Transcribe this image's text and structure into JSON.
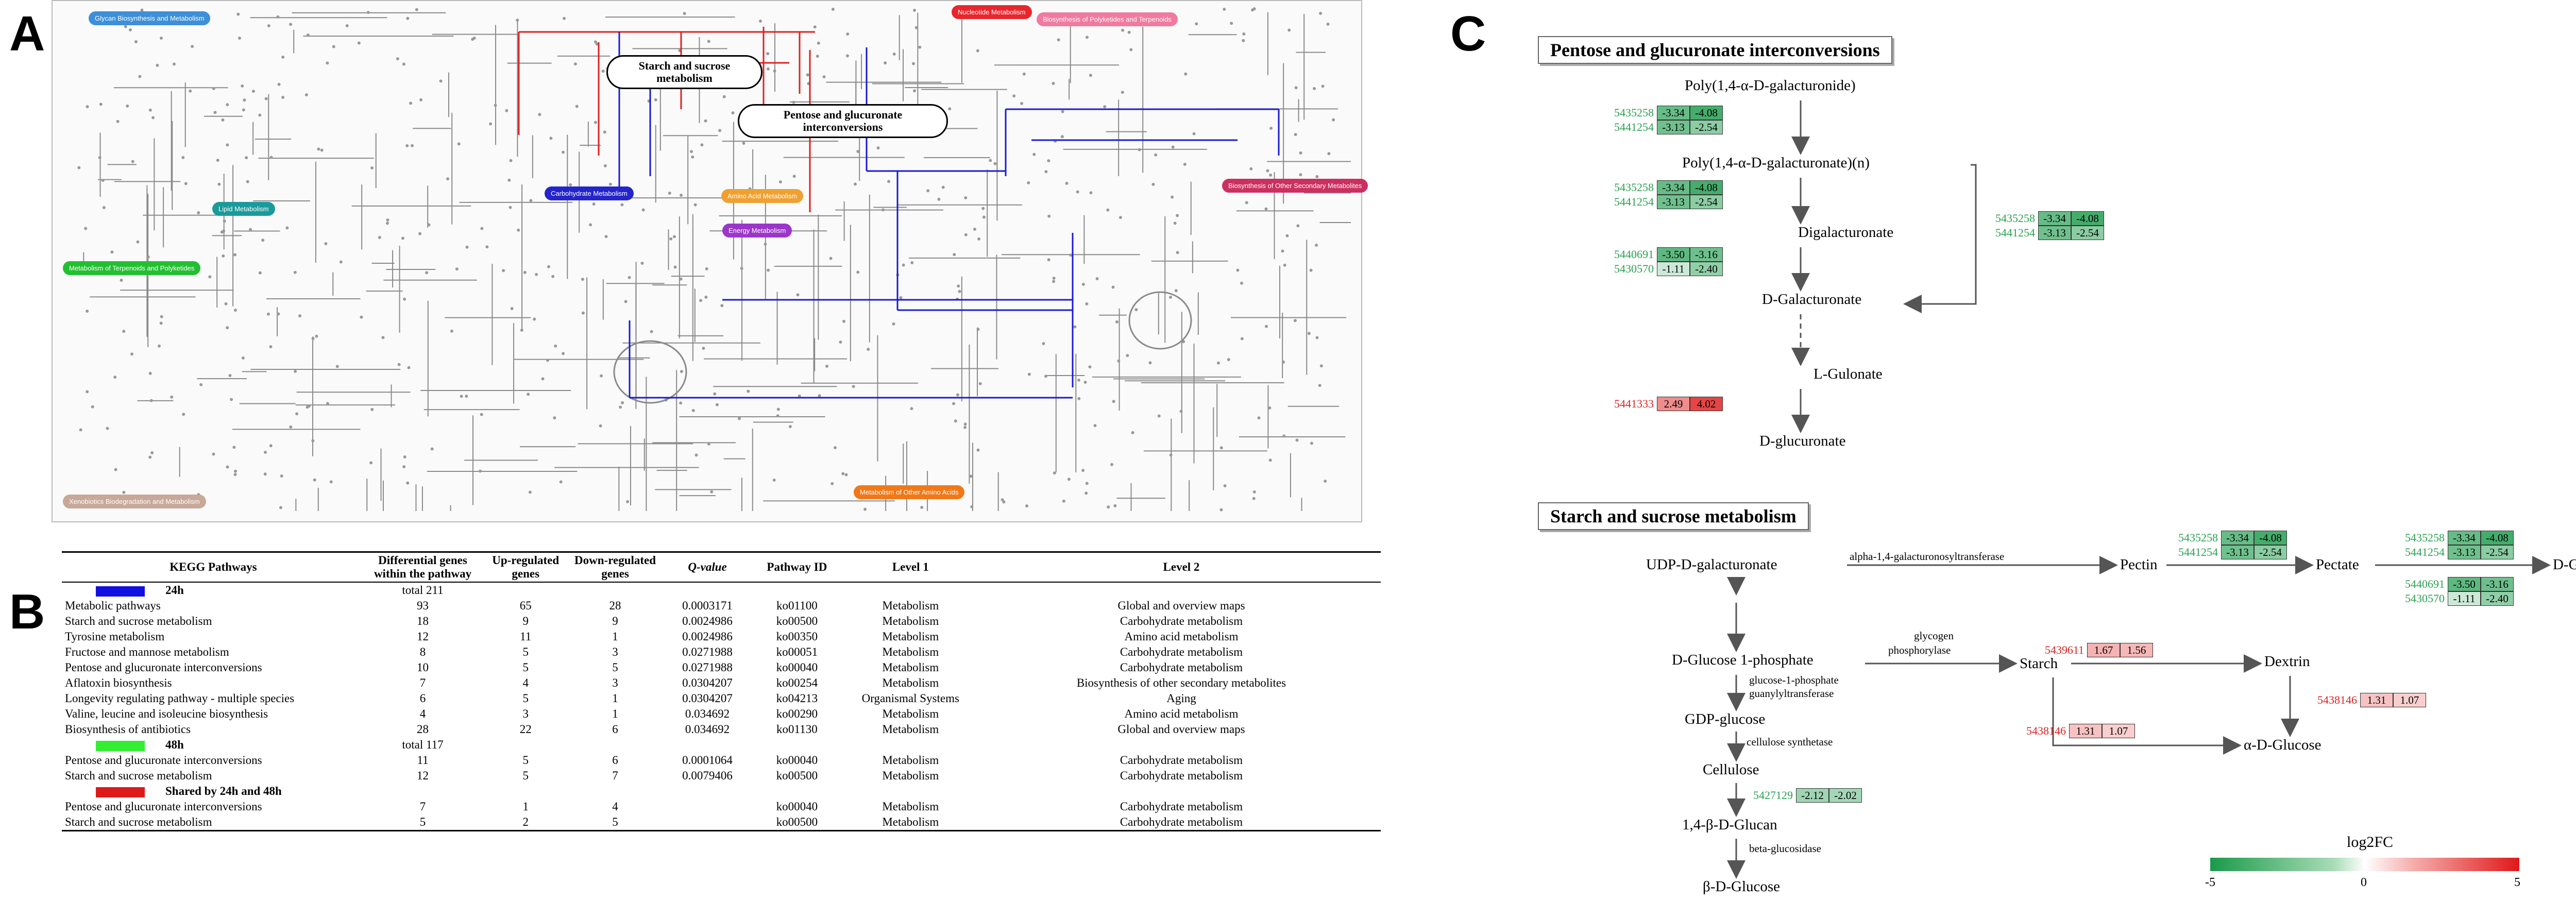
{
  "panels": {
    "a": "A",
    "b": "B",
    "c": "C"
  },
  "panel_a": {
    "labels": [
      {
        "text": "Glycan Biosynthesis and Metabolism",
        "color": "#3c8fd8"
      },
      {
        "text": "Nucleotide Metabolism",
        "color": "#e8262c"
      },
      {
        "text": "Biosynthesis of Polyketides and Terpenoids",
        "color": "#f07aa0"
      },
      {
        "text": "Carbohydrate Metabolism",
        "color": "#2424cc"
      },
      {
        "text": "Lipid Metabolism",
        "color": "#1a9a9a"
      },
      {
        "text": "Energy Metabolism",
        "color": "#9b36c8"
      },
      {
        "text": "Metabolism of Terpenoids and Polyketides",
        "color": "#22c030"
      },
      {
        "text": "Biosynthesis of Other Secondary Metabolites",
        "color": "#cc3060"
      },
      {
        "text": "Xenobiotics Biodegradation and Metabolism",
        "color": "#c8a898"
      },
      {
        "text": "Metabolism of Other Amino Acids",
        "color": "#f07818"
      },
      {
        "text": "Amino Acid Metabolism",
        "color": "#f0a030"
      }
    ],
    "callout_starch": "Starch and sucrose metabolism",
    "callout_pentose": "Pentose and glucuronate interconversions"
  },
  "table": {
    "headers": {
      "pathways": "KEGG Pathways",
      "diff": "Differential genes within the pathway",
      "up": "Up-regulated genes",
      "down": "Down-regulated genes",
      "q": "Q-value",
      "pid": "Pathway ID",
      "level1": "Level 1",
      "level2": "Level 2"
    },
    "groups": [
      {
        "name": "24h",
        "color": "#1010e0",
        "total": "total 211",
        "rows": [
          [
            "Metabolic pathways",
            "93",
            "65",
            "28",
            "0.0003171",
            "ko01100",
            "Metabolism",
            "Global and overview maps"
          ],
          [
            "Starch and sucrose metabolism",
            "18",
            "9",
            "9",
            "0.0024986",
            "ko00500",
            "Metabolism",
            "Carbohydrate metabolism"
          ],
          [
            "Tyrosine metabolism",
            "12",
            "11",
            "1",
            "0.0024986",
            "ko00350",
            "Metabolism",
            "Amino acid metabolism"
          ],
          [
            "Fructose and mannose metabolism",
            "8",
            "5",
            "3",
            "0.0271988",
            "ko00051",
            "Metabolism",
            "Carbohydrate metabolism"
          ],
          [
            "Pentose and glucuronate interconversions",
            "10",
            "5",
            "5",
            "0.0271988",
            "ko00040",
            "Metabolism",
            "Carbohydrate metabolism"
          ],
          [
            "Aflatoxin biosynthesis",
            "7",
            "4",
            "3",
            "0.0304207",
            "ko00254",
            "Metabolism",
            "Biosynthesis of other secondary metabolites"
          ],
          [
            "Longevity regulating pathway - multiple species",
            "6",
            "5",
            "1",
            "0.0304207",
            "ko04213",
            "Organismal Systems",
            "Aging"
          ],
          [
            "Valine, leucine and isoleucine biosynthesis",
            "4",
            "3",
            "1",
            "0.034692",
            "ko00290",
            "Metabolism",
            "Amino acid metabolism"
          ],
          [
            "Biosynthesis of antibiotics",
            "28",
            "22",
            "6",
            "0.034692",
            "ko01130",
            "Metabolism",
            "Global and overview maps"
          ]
        ]
      },
      {
        "name": "48h",
        "color": "#33ee33",
        "total": "total 117",
        "rows": [
          [
            "Pentose and glucuronate interconversions",
            "11",
            "5",
            "6",
            "0.0001064",
            "ko00040",
            "Metabolism",
            "Carbohydrate metabolism"
          ],
          [
            "Starch and sucrose metabolism",
            "12",
            "5",
            "7",
            "0.0079406",
            "ko00500",
            "Metabolism",
            "Carbohydrate metabolism"
          ]
        ]
      },
      {
        "name": "Shared by 24h and 48h",
        "color": "#dd1a1a",
        "total": "",
        "rows": [
          [
            "Pentose and glucuronate interconversions",
            "7",
            "1",
            "4",
            "",
            "ko00040",
            "Metabolism",
            "Carbohydrate metabolism"
          ],
          [
            "Starch and sucrose metabolism",
            "5",
            "2",
            "5",
            "",
            "ko00500",
            "Metabolism",
            "Carbohydrate metabolism"
          ]
        ]
      }
    ]
  },
  "panel_c": {
    "pentose": {
      "title": "Pentose and glucuronate interconversions",
      "metabolites": {
        "m1": "Poly(1,4-α-D-galacturonide)",
        "m2": "Poly(1,4-α-D-galacturonate)(n)",
        "m3": "Digalacturonate",
        "m4": "D-Galacturonate",
        "m5": "L-Gulonate",
        "m6": "D-glucuronate"
      },
      "genes": {
        "g1": [
          {
            "id": "5435258",
            "v1": "-3.34",
            "v2": "-4.08"
          },
          {
            "id": "5441254",
            "v1": "-3.13",
            "v2": "-2.54"
          }
        ],
        "g2": [
          {
            "id": "5435258",
            "v1": "-3.34",
            "v2": "-4.08"
          },
          {
            "id": "5441254",
            "v1": "-3.13",
            "v2": "-2.54"
          }
        ],
        "g3": [
          {
            "id": "5440691",
            "v1": "-3.50",
            "v2": "-3.16"
          },
          {
            "id": "5430570",
            "v1": "-1.11",
            "v2": "-2.40"
          }
        ],
        "g4": [
          {
            "id": "5435258",
            "v1": "-3.34",
            "v2": "-4.08"
          },
          {
            "id": "5441254",
            "v1": "-3.13",
            "v2": "-2.54"
          }
        ],
        "g5": [
          {
            "id": "5441333",
            "v1": "2.49",
            "v2": "4.02"
          }
        ]
      }
    },
    "starch": {
      "title": "Starch and sucrose metabolism",
      "metabolites": {
        "udp": "UDP-D-galacturonate",
        "pectin": "Pectin",
        "pectate": "Pectate",
        "dgal": "D-Galacturonate",
        "g1p": "D-Glucose 1-phosphate",
        "starch": "Starch",
        "dextrin": "Dextrin",
        "gdp": "GDP-glucose",
        "agluc": "α-D-Glucose",
        "cellulose": "Cellulose",
        "glucan": "1,4-β-D-Glucan",
        "bgluc": "β-D-Glucose"
      },
      "enzymes": {
        "e1": "alpha-1,4-galacturonosyltransferase",
        "e2a": "glycogen",
        "e2b": "phosphorylase",
        "e3a": "glucose-1-phosphate",
        "e3b": "guanylyltransferase",
        "e4": "cellulose synthetase",
        "e5": "beta-glucosidase"
      },
      "genes": {
        "s1": [
          {
            "id": "5435258",
            "v1": "-3.34",
            "v2": "-4.08"
          },
          {
            "id": "5441254",
            "v1": "-3.13",
            "v2": "-2.54"
          }
        ],
        "s2": [
          {
            "id": "5435258",
            "v1": "-3.34",
            "v2": "-4.08"
          },
          {
            "id": "5441254",
            "v1": "-3.13",
            "v2": "-2.54"
          }
        ],
        "s3": [
          {
            "id": "5440691",
            "v1": "-3.50",
            "v2": "-3.16"
          },
          {
            "id": "5430570",
            "v1": "-1.11",
            "v2": "-2.40"
          }
        ],
        "s4": [
          {
            "id": "5439611",
            "v1": "1.67",
            "v2": "1.56"
          }
        ],
        "s5": [
          {
            "id": "5438146",
            "v1": "1.31",
            "v2": "1.07"
          }
        ],
        "s6": [
          {
            "id": "5438146",
            "v1": "1.31",
            "v2": "1.07"
          }
        ],
        "s7": [
          {
            "id": "5427129",
            "v1": "-2.12",
            "v2": "-2.02"
          }
        ]
      }
    },
    "legend": {
      "title": "log2FC",
      "min": "-5",
      "mid": "0",
      "max": "5"
    }
  }
}
